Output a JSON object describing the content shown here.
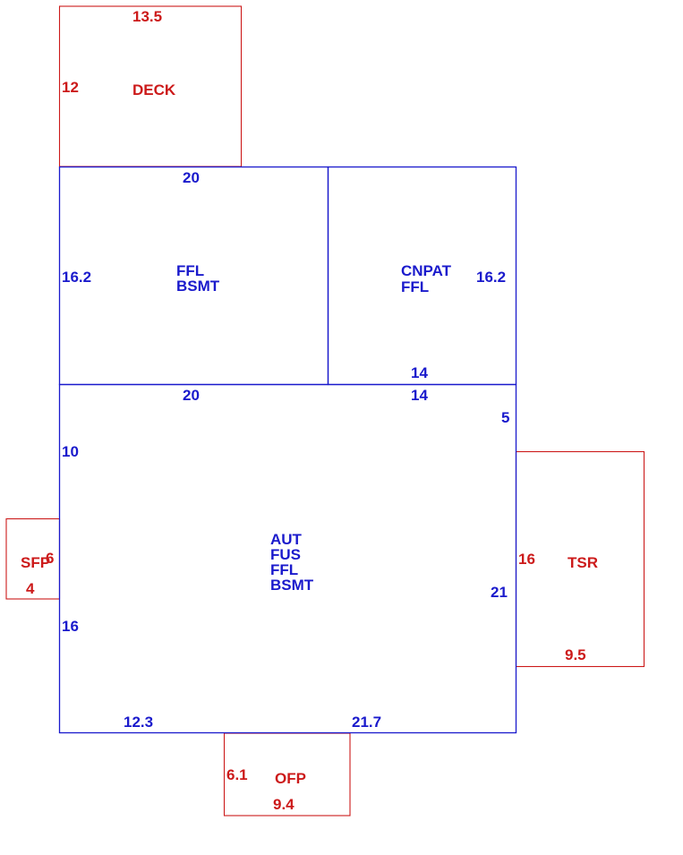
{
  "colors": {
    "main_areas": "#1a1acc",
    "additions": "#cc1a1a",
    "background": "#ffffff"
  },
  "deck": {
    "top": "13.5",
    "left": "12",
    "label": "DECK"
  },
  "upper_left": {
    "top": "20",
    "left": "16.2",
    "label_1": "FFL",
    "label_2": "BSMT"
  },
  "upper_right": {
    "right": "16.2",
    "bottom": "14",
    "label_1": "CNPAT",
    "label_2": "FFL"
  },
  "main": {
    "top_left": "20",
    "top_right": "14",
    "right_top": "5",
    "left_upper": "10",
    "left_lower": "16",
    "right_lower": "21",
    "bottom_left": "12.3",
    "bottom_right": "21.7",
    "label_1": "AUT",
    "label_2": "FUS",
    "label_3": "FFL",
    "label_4": "BSMT"
  },
  "sfp": {
    "label": "SFP",
    "height": "6",
    "width": "4"
  },
  "tsr": {
    "left": "16",
    "label": "TSR",
    "bottom": "9.5"
  },
  "ofp": {
    "left": "6.1",
    "label": "OFP",
    "bottom": "9.4"
  }
}
